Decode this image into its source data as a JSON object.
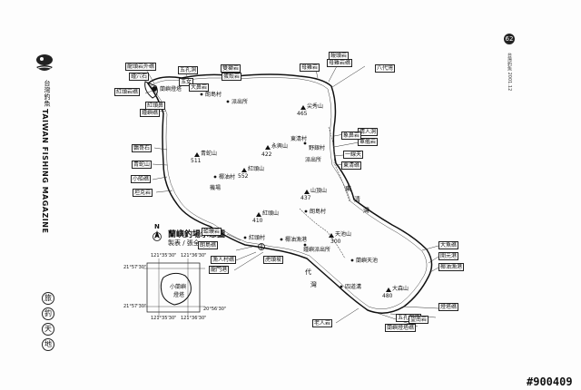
{
  "magazine": {
    "title_vertical": "TAIWAN FISHING MAGAZINE",
    "cn_small": "台灣釣魚",
    "section": [
      "旅",
      "釣",
      "天",
      "地"
    ],
    "page_number": "62",
    "issue": "台灣釣魚 2001.12"
  },
  "map": {
    "title": "蘭嶼釣場示意圖",
    "credit": "製表 / 張全",
    "north": "N",
    "places": {
      "fengchuan_rock": "紅頭岩礁",
      "yeyin_village": "野銀村",
      "zhongao": "鍾凹",
      "shuangshi": "雙石岩",
      "yuan_yugang": "椰油漁港",
      "lighthouse": "蘭嶼燈塔",
      "dongqing_village": "東清村",
      "hongtou_village": "紅頭村",
      "yeyou_village": "椰油村",
      "police_station": "派出所",
      "police_station_2": "鍾嶼派出所",
      "langdao_village": "朗島村",
      "langdao_village_2": "朗島村",
      "yehyou_rock": "機場",
      "hongtou_shan": "紅頭山",
      "mt_bei": "青蛇山",
      "mt_dasen": "大森山",
      "mt_hongtou": "紅頭山",
      "mt_yongxing": "永興山",
      "mt_sunshan": "尖秀山",
      "mt_tiantou": "天池山",
      "mt_shanzhu": "山頂山",
      "tianchi": "蘭嶼天池",
      "sidaogou": "四道溝",
      "dongqing_bay": "東清灣",
      "east_sea": "東",
      "east_sea_2": "清",
      "east_sea_3": "灣",
      "dai_sea": "代",
      "dai_sea_2": "灣"
    },
    "elevations": {
      "e465": "465",
      "e422": "422",
      "e511": "511",
      "e552": "552",
      "e437": "437",
      "e410": "410",
      "e300": "300",
      "e480": "480"
    },
    "spots": [
      "龍頭岩外礁",
      "鍾穴石",
      "紅頭岩礁",
      "母雞岩",
      "饅頭岩",
      "五孔洞",
      "玉女",
      "情人洞",
      "軍艦岩",
      "雙獅岩",
      "鸚哥石",
      "青蛇山",
      "小船礁",
      "坦克岩",
      "東清礁",
      "一線天",
      "八代灣",
      "蛋殼岩",
      "老人岩",
      "五孔洞礁",
      "大魚礁",
      "開元港",
      "椰油漁港",
      "漁人村礁",
      "龍門港",
      "蛤蟆岩",
      "朗島礁",
      "母雞岩礁",
      "燈塔礁",
      "鍾嶼礁",
      "象鼻岩",
      "虎頭坡",
      "大鼻岩",
      "紅頭鼻",
      "蘭嶼燈塔礁",
      "望南岩"
    ],
    "inset": {
      "title": "小蘭嶼",
      "sub": "燈塔",
      "coords": [
        "121°35'30\"",
        "121°36'30\"",
        "21°57'30\"",
        "21°57'30\"",
        "121°35'30\"",
        "121°36'30\"",
        "20°56'30\""
      ]
    }
  },
  "footer": {
    "image_id": "#900409"
  }
}
